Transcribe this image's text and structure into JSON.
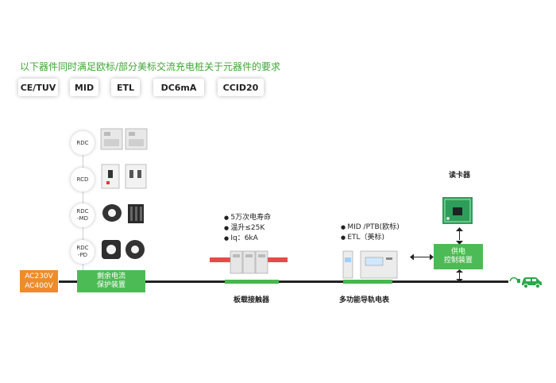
{
  "heading": "以下器件同时满足欧标/部分美标交流充电桩关于元器件的要求",
  "certifications": [
    "CE/TUV",
    "MID",
    "ETL",
    "DC6mA",
    "CCID20"
  ],
  "rcd_nodes": [
    "RDC",
    "RCD",
    "RDC\n-MD",
    "RDC\n-PD"
  ],
  "power_input": {
    "line1": "AC230V",
    "line2": "AC400V"
  },
  "residual_box": {
    "line1": "剩余电流",
    "line2": "保护装置"
  },
  "contactor": {
    "specs": [
      "5万次电寿命",
      "温升≤25K",
      "Iq：6kA"
    ],
    "caption": "板载接触器"
  },
  "meter": {
    "specs": [
      "MID /PTB(欧标)",
      "ETL（美标)"
    ],
    "caption": "多功能导轨电表"
  },
  "card_reader": {
    "label": "读卡器"
  },
  "supply_box": {
    "line1": "供电",
    "line2": "控制装置"
  },
  "icons": {
    "car": "car-icon",
    "plug": "plug-icon"
  },
  "colors": {
    "green": "#4dbb55",
    "orange": "#ec8d2a",
    "heading": "#3fa535"
  }
}
